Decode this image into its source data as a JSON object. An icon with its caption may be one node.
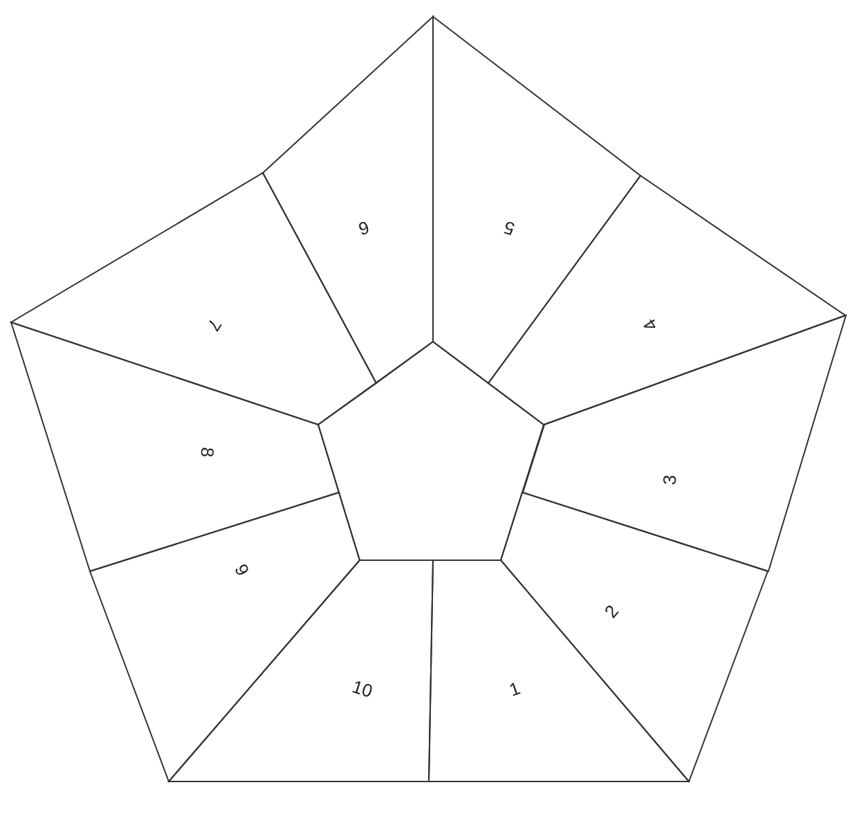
{
  "diagram": {
    "nodes": [
      {
        "text": [
          "1"
        ]
      },
      {
        "text": [
          "2"
        ]
      },
      {
        "text": [
          "3"
        ]
      },
      {
        "text": [
          "4"
        ]
      },
      {
        "text": [
          "5"
        ]
      },
      {
        "text": [
          "6"
        ]
      },
      {
        "text": [
          "7"
        ]
      },
      {
        "text": [
          "8"
        ]
      },
      {
        "text": [
          "9"
        ]
      },
      {
        "text": [
          "10"
        ]
      },
      {
        "text": [],
        "shape": "pentagon"
      }
    ]
  }
}
